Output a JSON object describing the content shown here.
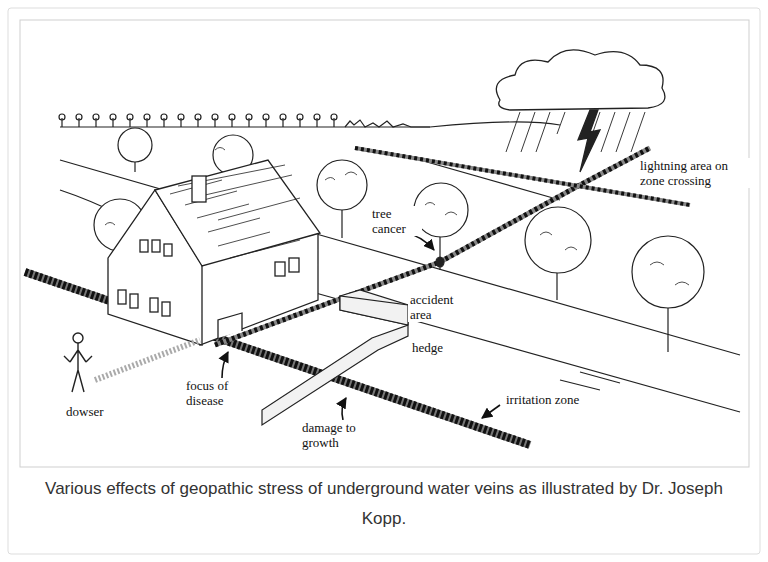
{
  "diagram": {
    "caption": "Various effects of geopathic stress of underground water veins as illustrated by Dr. Joseph Kopp.",
    "labels": [
      "lightning area on zone crossing",
      "tree cancer",
      "accident area",
      "hedge",
      "irritation zone",
      "dowser",
      "focus of disease",
      "damage to growth"
    ]
  }
}
